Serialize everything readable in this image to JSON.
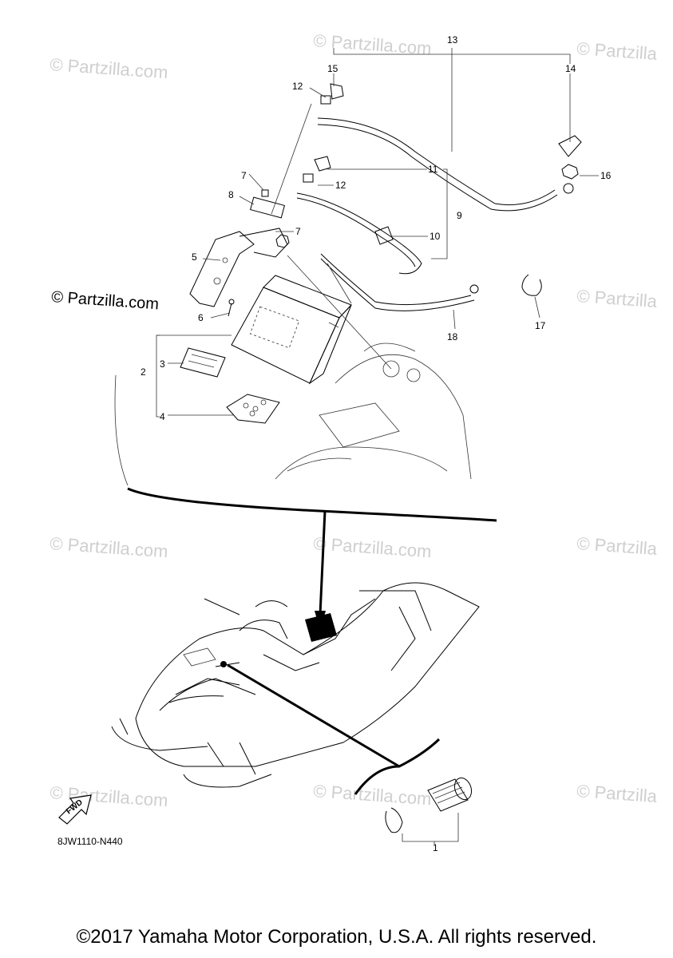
{
  "watermarks": [
    "© Partzilla.com",
    "© Partzilla.com",
    "© Partzilla",
    "© Partzilla",
    "© Partzilla.com",
    "© Partzilla.com",
    "© Partzilla",
    "© Partzilla.com",
    "© Partzilla.com",
    "© Partzilla"
  ],
  "watermark_strong": "© Partzilla.com",
  "callouts": {
    "c1": "1",
    "c2": "2",
    "c3": "3",
    "c4": "4",
    "c5": "5",
    "c6": "6",
    "c7a": "7",
    "c7b": "7",
    "c8": "8",
    "c9": "9",
    "c10": "10",
    "c11": "11",
    "c12a": "12",
    "c12b": "12",
    "c13": "13",
    "c14": "14",
    "c15": "15",
    "c16": "16",
    "c17": "17",
    "c18": "18"
  },
  "fwd_label": "FWD",
  "diagram_code": "8JW1110-N440",
  "copyright": "©2017 Yamaha Motor Corporation, U.S.A. All rights reserved."
}
